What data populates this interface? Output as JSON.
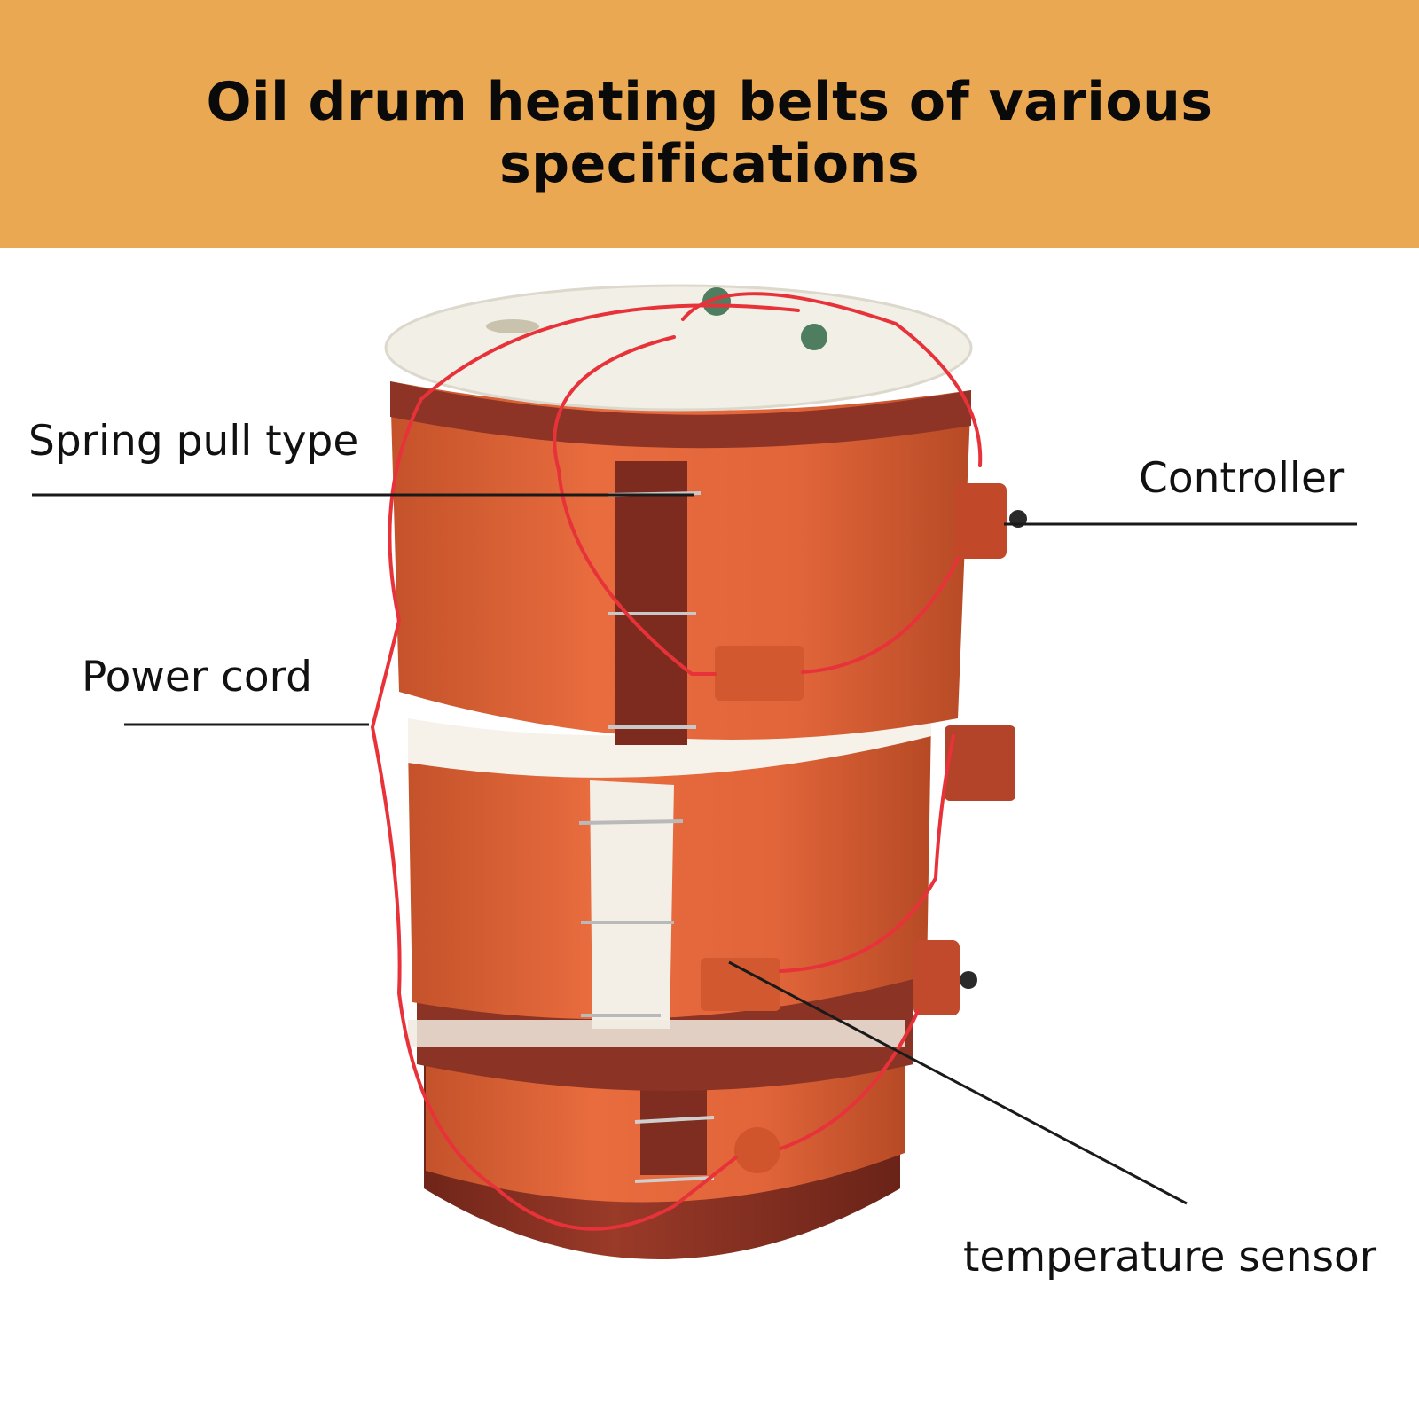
{
  "banner": {
    "title": "Oil drum heating belts of various specifications",
    "background_color": "#eba852"
  },
  "callouts": {
    "spring_pull": "Spring pull type",
    "controller": "Controller",
    "power_cord": "Power cord",
    "temperature_sensor": "temperature sensor"
  },
  "colors": {
    "belt_orange": "#e2683a",
    "drum_maroon": "#8e3426",
    "lid": "#f1efe6",
    "cord_red": "#e8323a"
  }
}
